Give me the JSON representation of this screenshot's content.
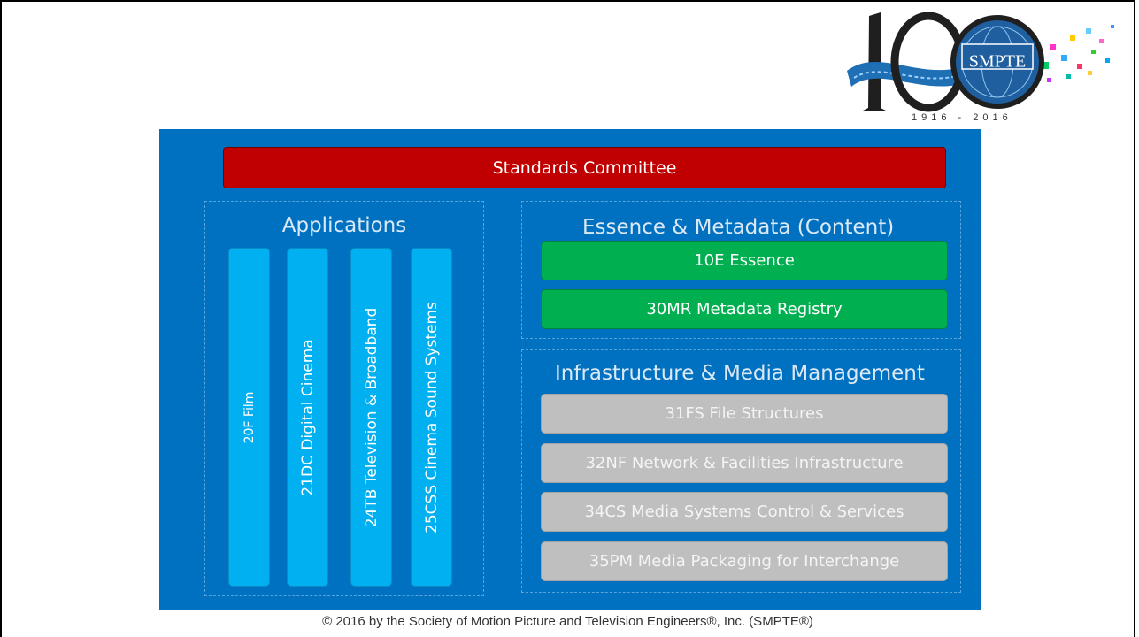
{
  "logo": {
    "number": "100",
    "brand": "SMPTE",
    "years": "1916 - 2016"
  },
  "committee": "Standards Committee",
  "applications": {
    "title": "Applications",
    "items": [
      "20F Film",
      "21DC Digital Cinema",
      "24TB  Television & Broadband",
      "25CSS Cinema Sound Systems"
    ]
  },
  "essence": {
    "title": "Essence & Metadata (Content)",
    "items": [
      "10E Essence",
      "30MR Metadata Registry"
    ]
  },
  "infrastructure": {
    "title": "Infrastructure & Media Management",
    "items": [
      "31FS File Structures",
      "32NF Network & Facilities Infrastructure",
      "34CS Media Systems Control & Services",
      "35PM Media Packaging for Interchange"
    ]
  },
  "copyright": "© 2016 by the Society of Motion Picture and Television Engineers®, Inc. (SMPTE®)",
  "colors": {
    "panel": "#0070c0",
    "committee": "#c00000",
    "applications": "#00b0f0",
    "essence": "#00b050",
    "infrastructure": "#bfbfbf"
  }
}
